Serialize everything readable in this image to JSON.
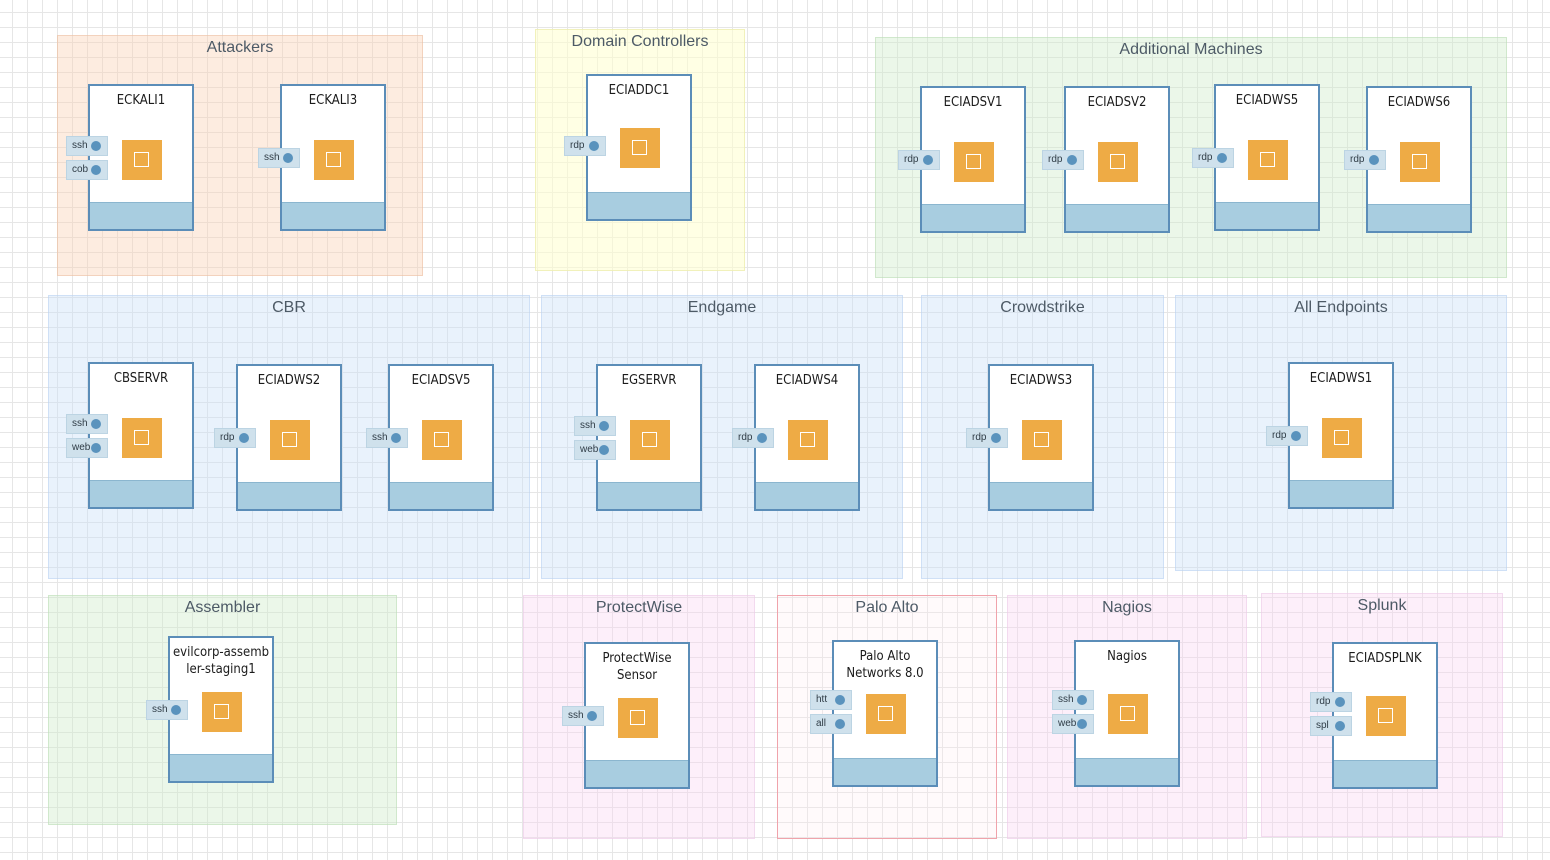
{
  "groups": {
    "attackers": {
      "title": "Attackers",
      "machines": [
        {
          "name": "ECKALI1",
          "ports": [
            "ssh",
            "cob"
          ]
        },
        {
          "name": "ECKALI3",
          "ports": [
            "ssh"
          ]
        }
      ]
    },
    "domain_controllers": {
      "title": "Domain Controllers",
      "machines": [
        {
          "name": "ECIADDC1",
          "ports": [
            "rdp"
          ]
        }
      ]
    },
    "additional_machines": {
      "title": "Additional Machines",
      "machines": [
        {
          "name": "ECIADSV1",
          "ports": [
            "rdp"
          ]
        },
        {
          "name": "ECIADSV2",
          "ports": [
            "rdp"
          ]
        },
        {
          "name": "ECIADWS5",
          "ports": [
            "rdp"
          ]
        },
        {
          "name": "ECIADWS6",
          "ports": [
            "rdp"
          ]
        }
      ]
    },
    "cbr": {
      "title": "CBR",
      "machines": [
        {
          "name": "CBSERVR",
          "ports": [
            "ssh",
            "web"
          ]
        },
        {
          "name": "ECIADWS2",
          "ports": [
            "rdp"
          ]
        },
        {
          "name": "ECIADSV5",
          "ports": [
            "ssh"
          ]
        }
      ]
    },
    "endgame": {
      "title": "Endgame",
      "machines": [
        {
          "name": "EGSERVR",
          "ports": [
            "ssh",
            "web"
          ]
        },
        {
          "name": "ECIADWS4",
          "ports": [
            "rdp"
          ]
        }
      ]
    },
    "crowdstrike": {
      "title": "Crowdstrike",
      "machines": [
        {
          "name": "ECIADWS3",
          "ports": [
            "rdp"
          ]
        }
      ]
    },
    "all_endpoints": {
      "title": "All Endpoints",
      "machines": [
        {
          "name": "ECIADWS1",
          "ports": [
            "rdp"
          ]
        }
      ]
    },
    "assembler": {
      "title": "Assembler",
      "machines": [
        {
          "name": "evilcorp-assembler-staging1",
          "name_lines": [
            "evilcorp-assemb",
            "ler-staging1"
          ],
          "ports": [
            "ssh"
          ]
        }
      ]
    },
    "protectwise": {
      "title": "ProtectWise",
      "machines": [
        {
          "name": "ProtectWise Sensor",
          "name_lines": [
            "ProtectWise",
            "Sensor"
          ],
          "ports": [
            "ssh"
          ]
        }
      ]
    },
    "palo_alto": {
      "title": "Palo Alto",
      "machines": [
        {
          "name": "Palo Alto Networks 8.0",
          "name_lines": [
            "Palo Alto",
            "Networks 8.0"
          ],
          "ports": [
            "htt",
            "all"
          ]
        }
      ]
    },
    "nagios": {
      "title": "Nagios",
      "machines": [
        {
          "name": "Nagios",
          "ports": [
            "ssh",
            "web"
          ]
        }
      ]
    },
    "splunk": {
      "title": "Splunk",
      "machines": [
        {
          "name": "ECIADSPLNK",
          "ports": [
            "rdp",
            "spl"
          ]
        }
      ]
    }
  },
  "colors": {
    "machine_border": "#5b8db8",
    "machine_footer": "#a8cde0",
    "app_icon": "#eeab45",
    "port_background": "#cfe1ec",
    "port_dot": "#5a93bd",
    "palo_alto_border": "#f0a3ab"
  },
  "icons": {
    "machine": "server-icon",
    "app": "square-app-icon",
    "port": "port-dot-icon"
  }
}
